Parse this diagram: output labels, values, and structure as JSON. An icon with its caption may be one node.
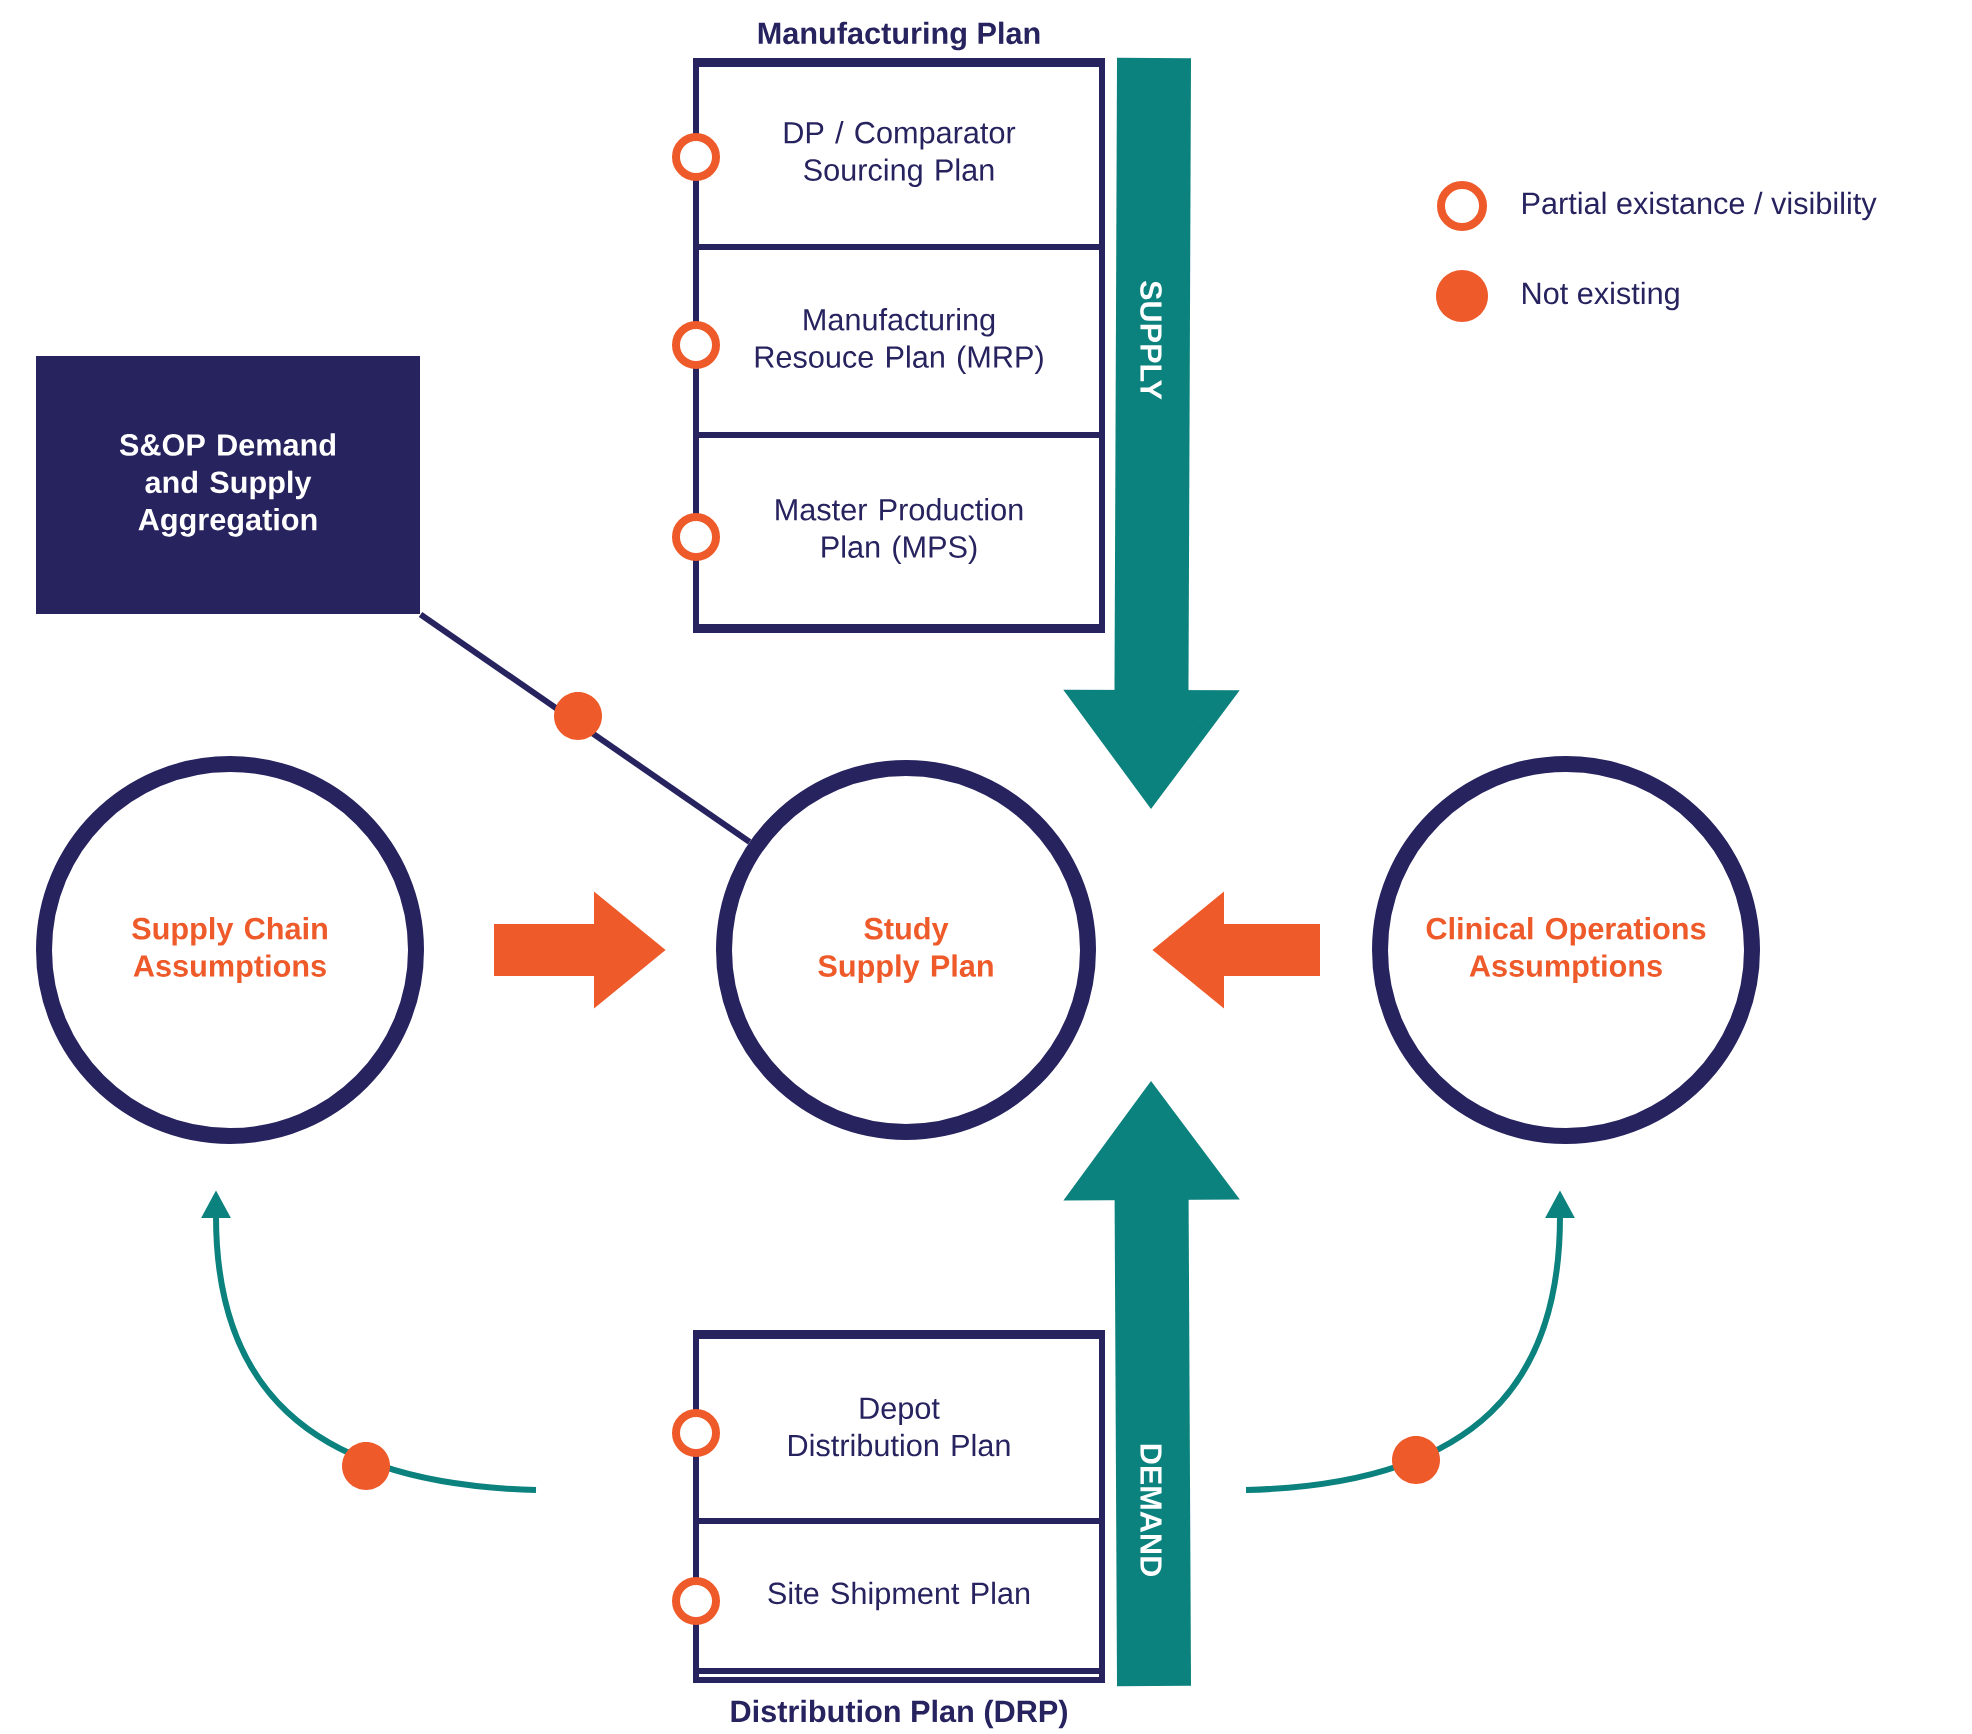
{
  "diagram": {
    "nodes": [
      {
        "text": [
          "Manufacturing Plan"
        ]
      },
      {
        "text": [
          "DP / Comparator Sourcing Plan"
        ],
        "in": 0
      },
      {
        "text": [
          "Manufacturing Resouce Plan (MRP)"
        ],
        "in": 0
      },
      {
        "text": [
          "Master Production Plan (MPS)"
        ],
        "in": 0
      },
      {
        "text": [
          "S&OP Demand and Supply Aggregation"
        ]
      },
      {
        "text": [
          "Supply Chain Assumptions"
        ]
      },
      {
        "text": [
          "Study Supply Plan"
        ]
      },
      {
        "text": [
          "Clinical Operations Assumptions"
        ]
      },
      {
        "text": [
          "Distribution Plan (DRP)"
        ]
      },
      {
        "text": [
          "Depot Distribution Plan"
        ],
        "in": 8
      },
      {
        "text": [
          "Site Shipment Plan"
        ],
        "in": 8
      }
    ],
    "edges": [
      {
        "from": 0,
        "to": 6,
        "arrow": "to",
        "label": "SUPPLY"
      },
      {
        "from": 8,
        "to": 6,
        "arrow": "to",
        "label": "DEMAND"
      },
      {
        "from": 5,
        "to": 6,
        "arrow": "to",
        "color": "#ee5a2a"
      },
      {
        "from": 7,
        "to": 6,
        "arrow": "to",
        "color": "#ee5a2a"
      },
      {
        "from": 4,
        "to": 6,
        "arrow": "none",
        "color": "#27235f"
      },
      {
        "from": null,
        "to": 5,
        "arrow": "to"
      },
      {
        "from": null,
        "to": 7,
        "arrow": "to"
      }
    ],
    "legend": [
      {
        "text": "Partial existance / visibility"
      },
      {
        "text": "Not existing",
        "color": "#ee5a2a"
      }
    ]
  }
}
